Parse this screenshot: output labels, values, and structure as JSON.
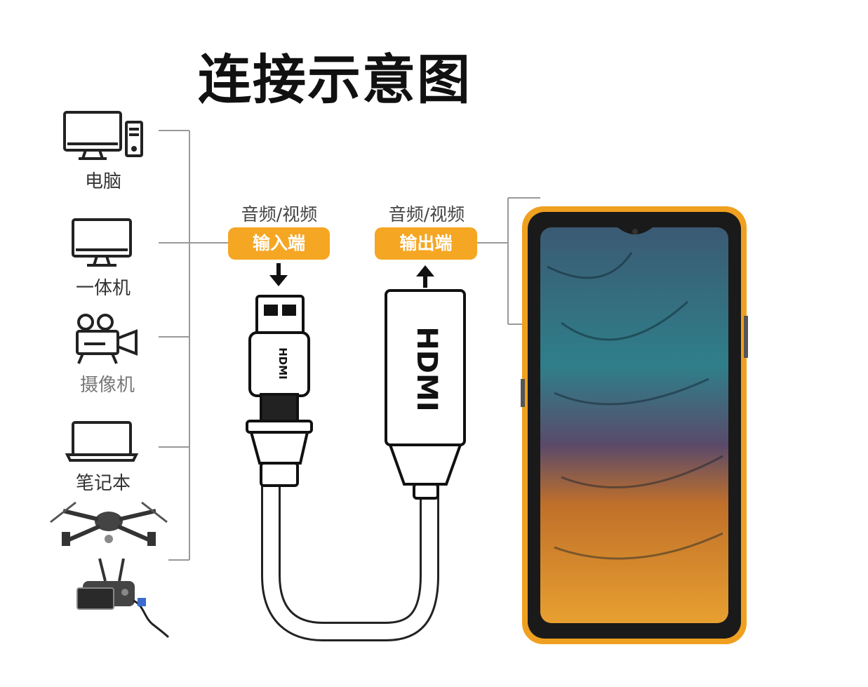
{
  "title": "连接示意图",
  "devices": [
    {
      "label": "电脑",
      "icon": "desktop-computer-icon"
    },
    {
      "label": "一体机",
      "icon": "all-in-one-monitor-icon"
    },
    {
      "label": "摄像机",
      "icon": "video-camera-icon"
    },
    {
      "label": "笔记本",
      "icon": "laptop-icon"
    },
    {
      "label": "",
      "icon": "drone-icon"
    },
    {
      "label": "",
      "icon": "drone-remote-controller-icon"
    }
  ],
  "input_port": {
    "caption": "音频/视频",
    "badge": "输入端"
  },
  "output_port": {
    "caption": "音频/视频",
    "badge": "输出端"
  },
  "connectors": {
    "input_plug_text": "HDMI",
    "output_plug_text": "HDMI"
  },
  "colors": {
    "accent": "#f5a623",
    "phone_frame": "#f0a020",
    "line": "#999999"
  }
}
